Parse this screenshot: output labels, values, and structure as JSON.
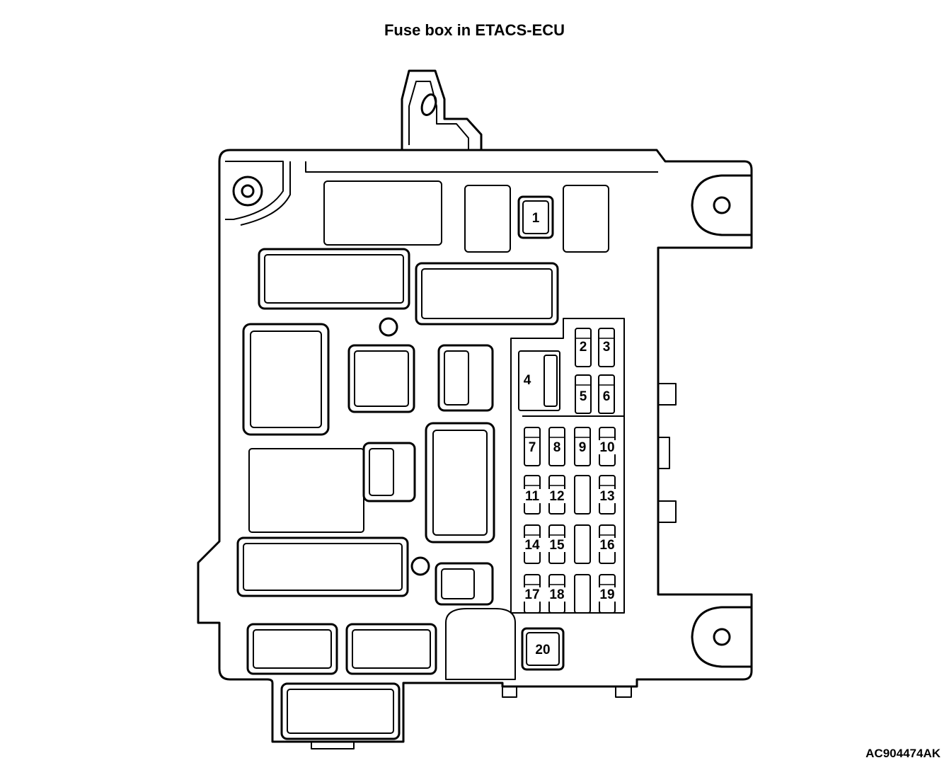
{
  "title": "Fuse box in ETACS-ECU",
  "reference_code": "AC904474AK",
  "fuses": [
    {
      "number": "1"
    },
    {
      "number": "2"
    },
    {
      "number": "3"
    },
    {
      "number": "4"
    },
    {
      "number": "5"
    },
    {
      "number": "6"
    },
    {
      "number": "7"
    },
    {
      "number": "8"
    },
    {
      "number": "9"
    },
    {
      "number": "10"
    },
    {
      "number": "11"
    },
    {
      "number": "12"
    },
    {
      "number": "13"
    },
    {
      "number": "14"
    },
    {
      "number": "15"
    },
    {
      "number": "16"
    },
    {
      "number": "17"
    },
    {
      "number": "18"
    },
    {
      "number": "19"
    },
    {
      "number": "20"
    }
  ]
}
